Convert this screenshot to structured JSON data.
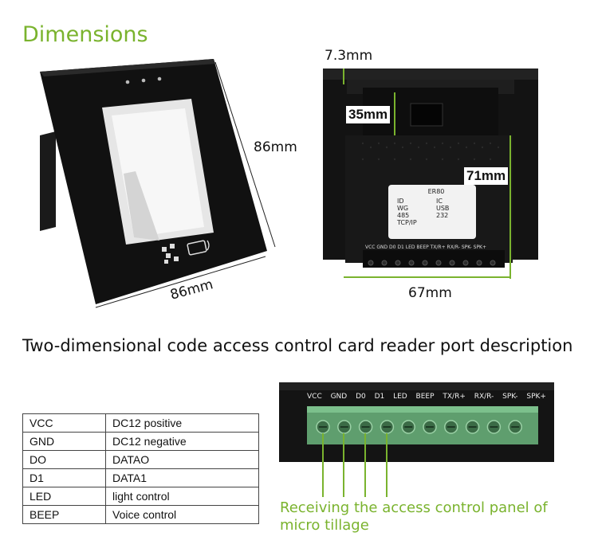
{
  "header": {
    "title": "Dimensions"
  },
  "front": {
    "height_label": "86mm",
    "width_label": "86mm"
  },
  "back": {
    "depth_label": "7.3mm",
    "inner_label": "35mm",
    "height_label": "71mm",
    "width_label": "67mm",
    "sticker": {
      "model": "ER80",
      "options": [
        "ID",
        "IC",
        "WG",
        "USB",
        "485",
        "232",
        "TCP/IP"
      ]
    },
    "terminal_labels": "VCC GND D0 D1 LED BEEP TX/R+ RX/R- SPK- SPK+"
  },
  "section": {
    "title": "Two-dimensional code access control card reader port description"
  },
  "port_table": [
    [
      "VCC",
      "DC12 positive"
    ],
    [
      "GND",
      "DC12 negative"
    ],
    [
      "DO",
      "DATAO"
    ],
    [
      "D1",
      "DATA1"
    ],
    [
      "LED",
      "light control"
    ],
    [
      "BEEP",
      "Voice control"
    ]
  ],
  "terminal": {
    "labels": [
      "VCC",
      "GND",
      "D0",
      "D1",
      "LED",
      "BEEP",
      "TX/R+",
      "RX/R-",
      "SPK-",
      "SPK+"
    ]
  },
  "note": "Receiving the access control panel of micro tillage",
  "colors": {
    "accent": "#7ab32e"
  }
}
